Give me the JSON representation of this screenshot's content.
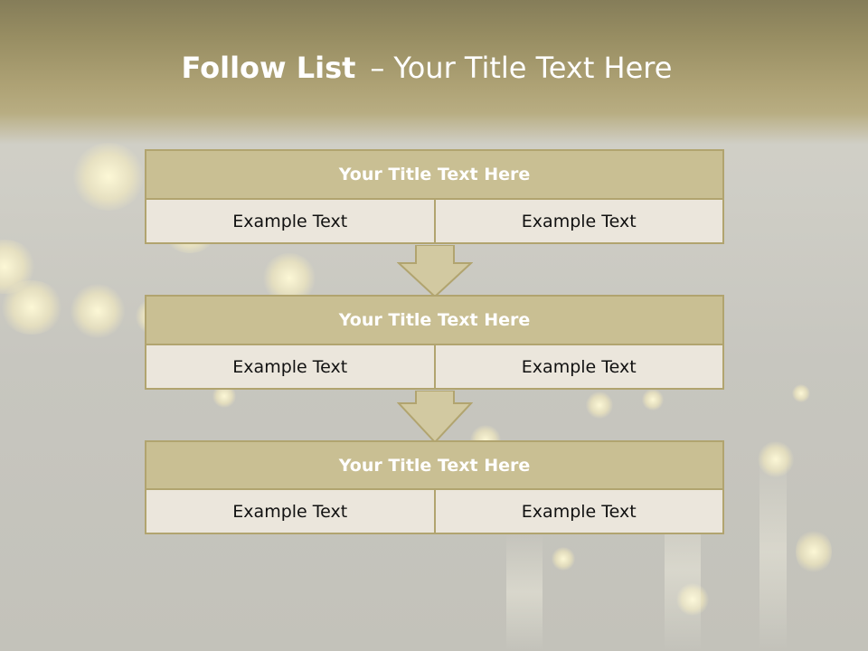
{
  "slide": {
    "title_bold": "Follow List",
    "title_dash": "–",
    "title_rest": "Your Title Text Here"
  },
  "steps": [
    {
      "title": "Your Title Text Here",
      "left": "Example Text",
      "right": "Example Text"
    },
    {
      "title": "Your Title Text Here",
      "left": "Example Text",
      "right": "Example Text"
    },
    {
      "title": "Your Title Text Here",
      "left": "Example Text",
      "right": "Example Text"
    }
  ],
  "colors": {
    "header_band": "#978d62",
    "block_title_fill": "#c9bf93",
    "block_border": "#b1a46f",
    "cell_fill": "#ebe6dc",
    "arrow_fill": "#d2c9a1"
  },
  "icons": [
    "down-arrow-icon"
  ]
}
